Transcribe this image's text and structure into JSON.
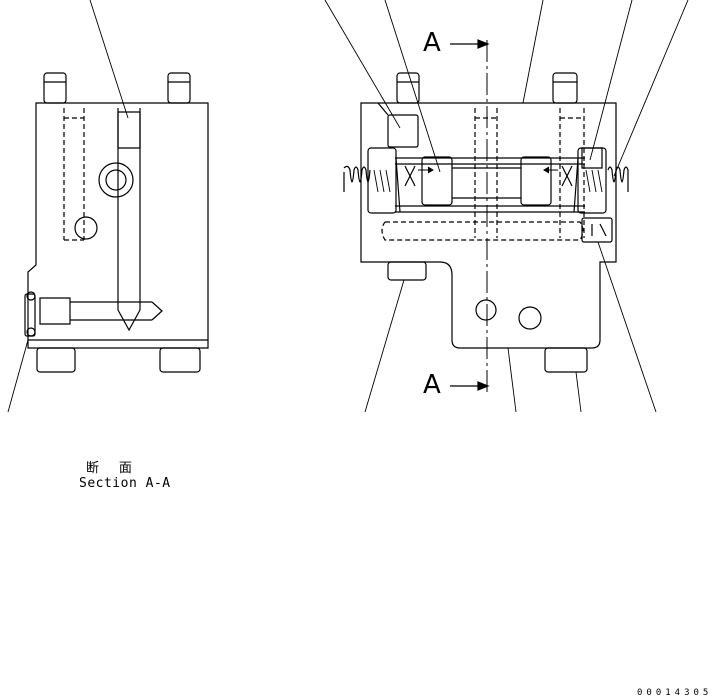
{
  "labels": {
    "section_mark_top": "A",
    "section_mark_bottom": "A",
    "section_kanji": "断 面",
    "section_caption": "Section A-A",
    "drawing_number": "00014305"
  },
  "colors": {
    "line": "#000000",
    "background": "#ffffff"
  }
}
